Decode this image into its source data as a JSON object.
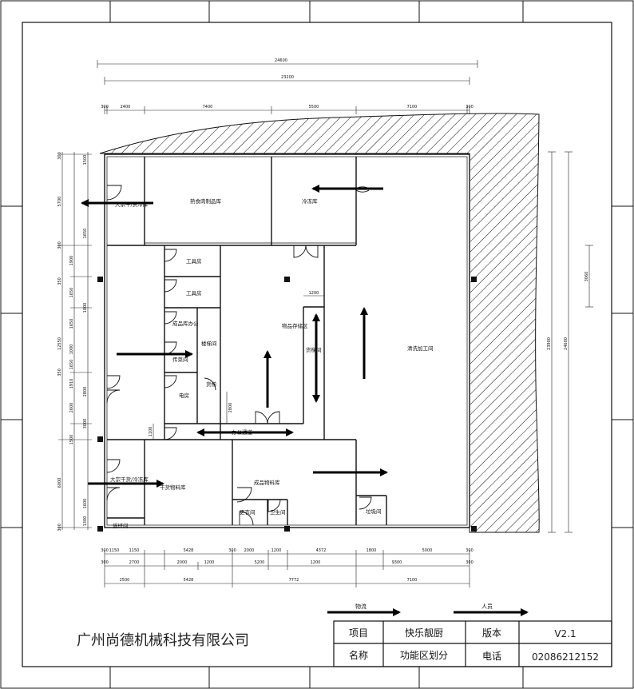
{
  "title_block": {
    "company": "广州尚德机械科技有限公司",
    "item_label": "项目",
    "item_value": "快乐靓厨",
    "name_label": "名称",
    "name_value": "功能区划分",
    "version_label": "版本",
    "version_value": "V2.1",
    "phone_label": "电话",
    "phone_value": "02086212152"
  },
  "legend": {
    "goods_label": "物流",
    "people_label": "人员"
  },
  "dimensions": {
    "total_width": "24600",
    "inner_width": "23200",
    "top_segments": [
      "300",
      "2400",
      "7400",
      "5500",
      "7100",
      "300"
    ],
    "bottom_row1": [
      "300",
      "1150",
      "1150",
      "5428",
      "300",
      "2000",
      "1200",
      "4372",
      "1800",
      "5000",
      "300"
    ],
    "bottom_row2": [
      "300",
      "2700",
      "2000",
      "1200",
      "5200",
      "1200",
      "9300",
      "300"
    ],
    "bottom_row3": [
      "2500",
      "5428",
      "7772",
      "7100"
    ],
    "left_segments": [
      "300",
      "1500",
      "5700",
      "1650",
      "300",
      "1900",
      "350",
      "1650",
      "1000",
      "1650",
      "12550",
      "1000",
      "1650",
      "350",
      "1910",
      "2800",
      "2600",
      "3000",
      "1500",
      "6000",
      "1600",
      "1300",
      "300"
    ],
    "right_outer": "24600",
    "right_inner": "23900",
    "right_short": "3060",
    "corridor_note": "1200",
    "stair_note": "2800",
    "door_note": "1100"
  },
  "rooms": {
    "bulk_dry": "大宗干/货冷库",
    "cooked_meat": "熟食肉制品库",
    "frozen_store": "冷冻库",
    "tool_room_1": "工具房",
    "tool_room_2": "工具房",
    "warehouse_office": "成品库办公",
    "pass_room": "传菜间",
    "electrical": "电房",
    "staircase": "楼梯间",
    "lift": "货梯",
    "central_store": "物品存储区",
    "goods_lift": "货梯间",
    "clean_processing": "清洗加工间",
    "corridor": "办公通道",
    "bulk_goods_2": "大宗干货/冷冻库",
    "dry_store": "干货物料库",
    "finished_store": "成品物料库",
    "washroom": "更衣间",
    "toilet": "卫生间",
    "duty_room": "值班间",
    "waste_room": "垃圾间"
  }
}
